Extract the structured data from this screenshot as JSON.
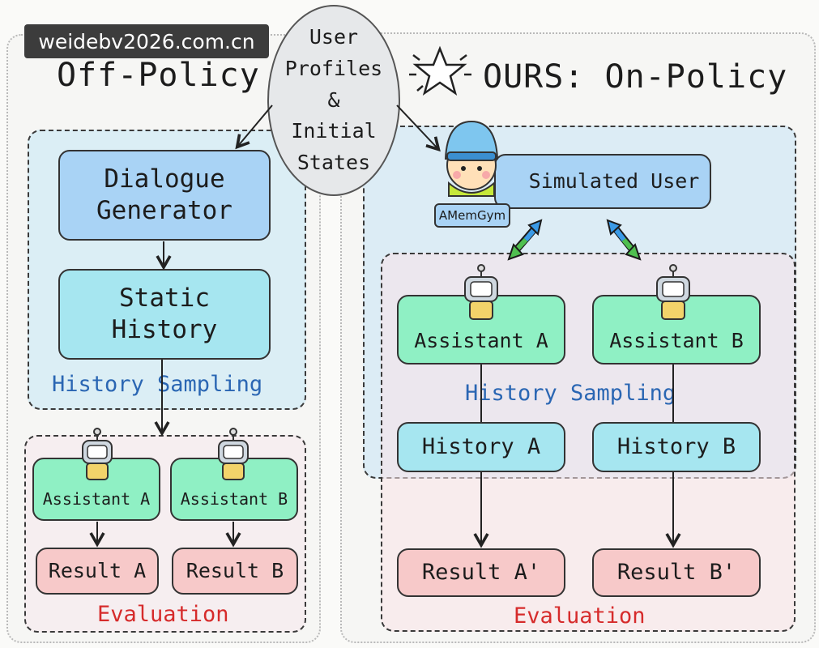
{
  "watermark": "weidebv2026.com.cn",
  "off_policy": {
    "title": "Off-Policy",
    "dialogue_generator": "Dialogue\nGenerator",
    "static_history": "Static\nHistory",
    "history_sampling": "History Sampling",
    "assistant_a": "Assistant A",
    "assistant_b": "Assistant B",
    "result_a": "Result A",
    "result_b": "Result B",
    "evaluation": "Evaluation"
  },
  "center": {
    "user_profiles": "User\nProfiles\n&\nInitial\nStates"
  },
  "on_policy": {
    "title": "OURS: On-Policy",
    "simulated_user": "Simulated User",
    "badge": "AMemGym",
    "assistant_a": "Assistant A",
    "assistant_b": "Assistant B",
    "history_sampling": "History Sampling",
    "history_a": "History A",
    "history_b": "History B",
    "result_a": "Result A'",
    "result_b": "Result B'",
    "evaluation": "Evaluation"
  },
  "colors": {
    "module_blue": "#a9d3f5",
    "history_cyan": "#a6e6f0",
    "assistant_green": "#8ff0c4",
    "result_red": "#f7c9c9",
    "label_blue": "#2a66b3",
    "label_red": "#d62b2b"
  }
}
